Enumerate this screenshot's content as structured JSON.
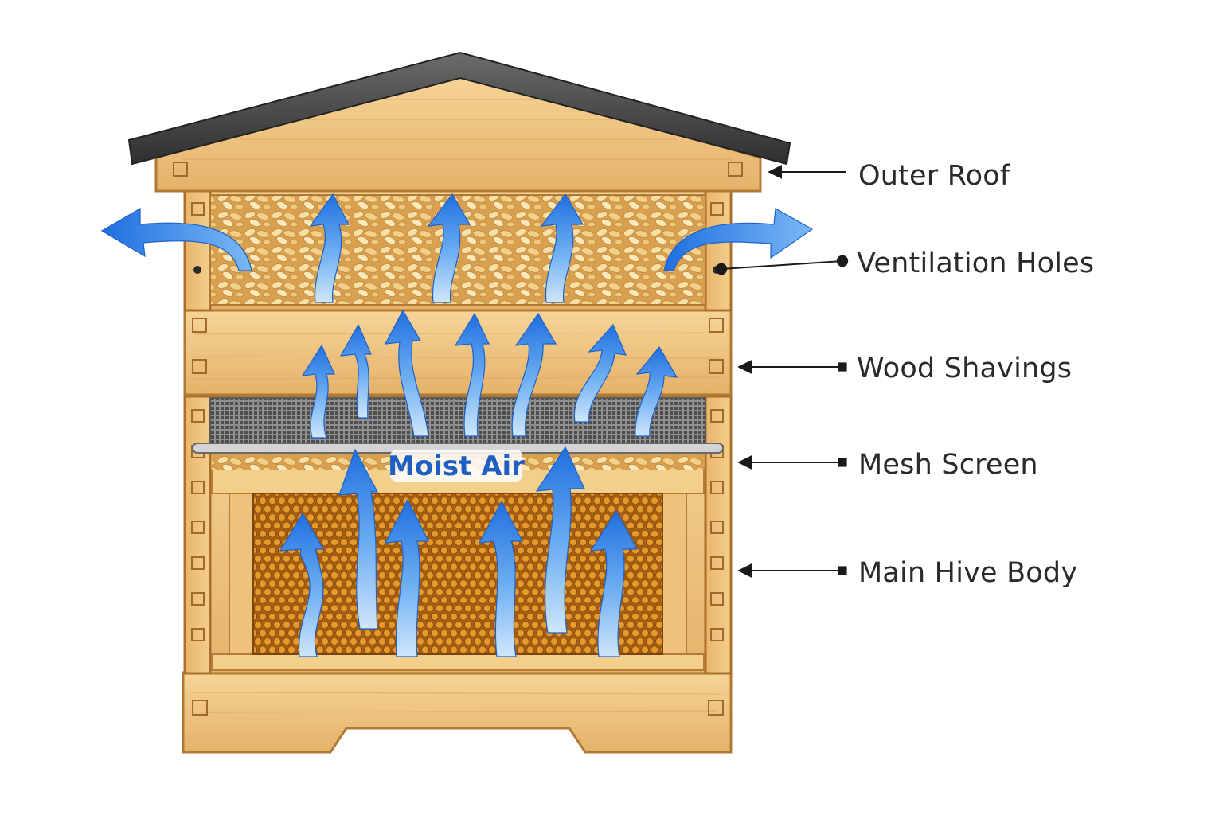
{
  "labels": {
    "outer_roof": "Outer Roof",
    "ventilation_holes": "Ventilation Holes",
    "wood_shavings": "Wood Shavings",
    "mesh_screen": "Mesh Screen",
    "main_hive_body": "Main Hive Body",
    "moist_air": "Moist Air"
  },
  "colors": {
    "air_arrow": "#2f7ee8",
    "wood": "#e8b86a",
    "roof": "#4a4a4a",
    "honeycomb": "#c9761a"
  }
}
